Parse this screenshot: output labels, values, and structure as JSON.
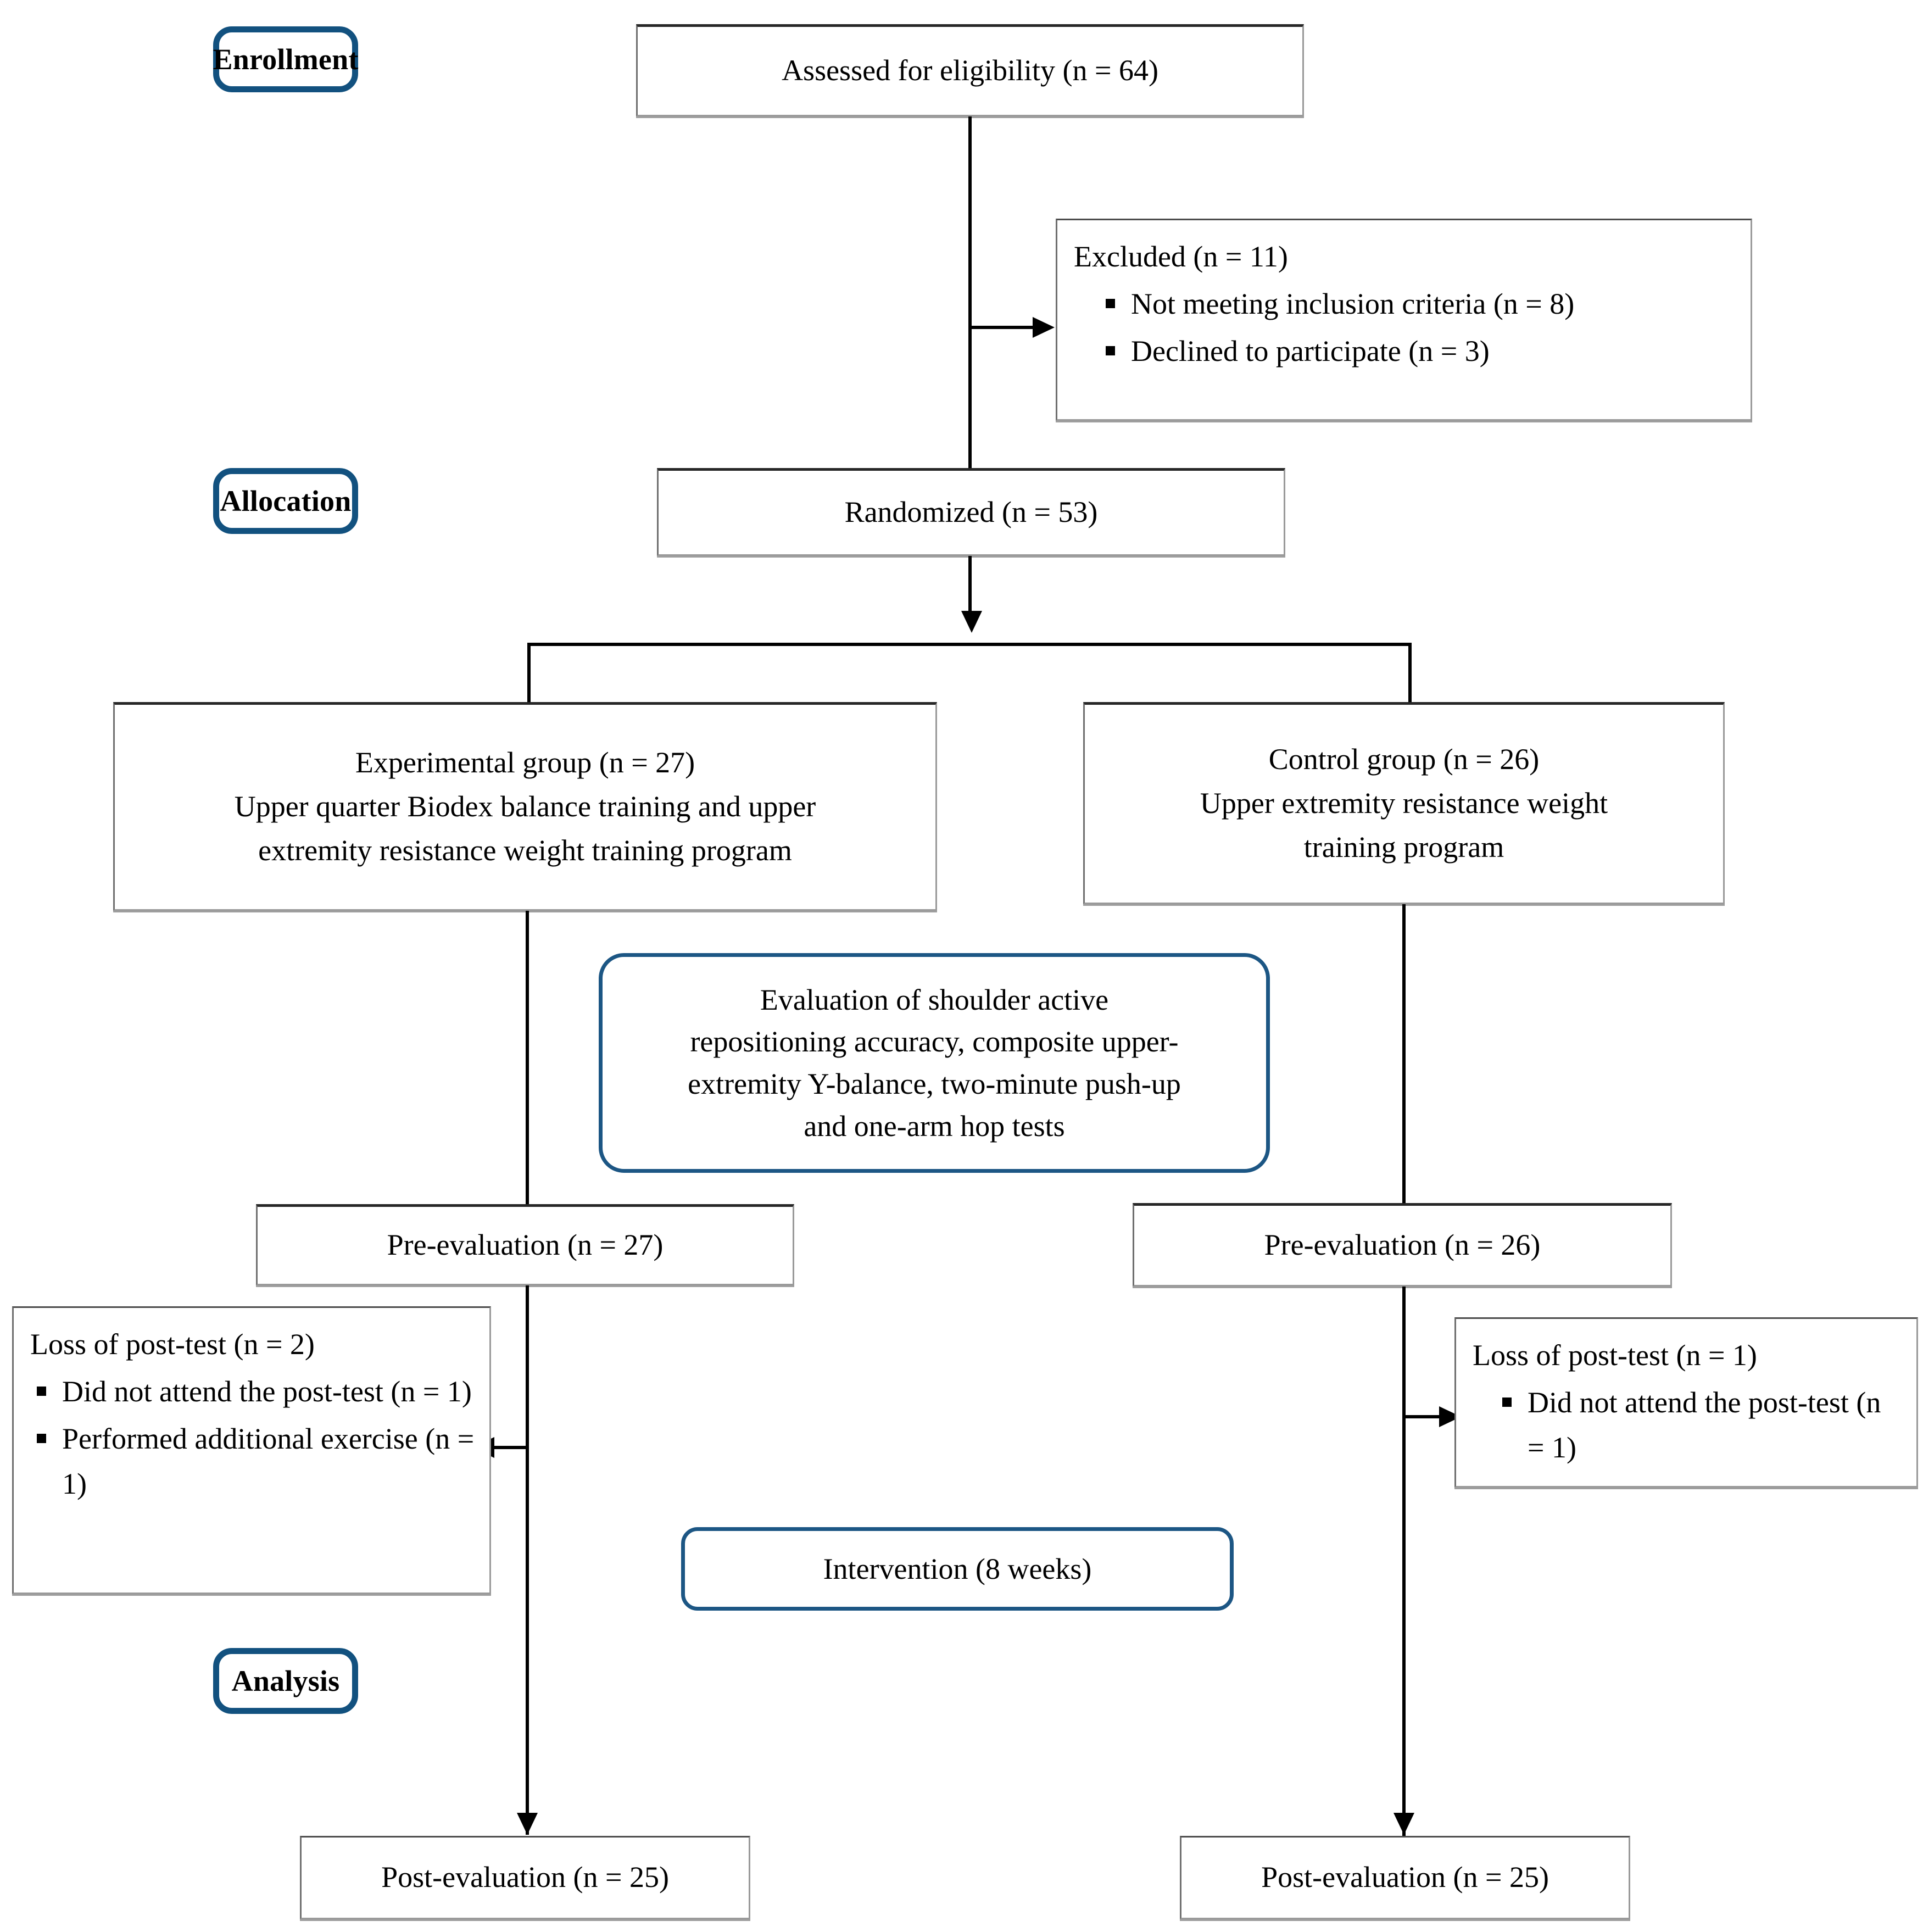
{
  "diagram": {
    "type": "CONSORT participant flow diagram",
    "stages": [
      {
        "id": "enrollment",
        "label": "Enrollment"
      },
      {
        "id": "allocation",
        "label": "Allocation"
      },
      {
        "id": "analysis",
        "label": "Analysis"
      }
    ],
    "nodes": {
      "assessed": {
        "label": "Assessed for eligibility  (n = 64)",
        "n": 64
      },
      "excluded_title": {
        "label": "Excluded (n = 11)",
        "n": 11
      },
      "excluded_items": [
        "Not meeting inclusion criteria (n = 8)",
        "Declined to participate (n = 3)"
      ],
      "randomized": {
        "label": "Randomized (n = 53)",
        "n": 53
      },
      "experimental": {
        "line1": "Experimental group (n = 27)",
        "line2": "Upper quarter Biodex balance training and upper",
        "line3": "extremity resistance weight training program",
        "n": 27
      },
      "control": {
        "line1": "Control group (n = 26)",
        "line2": "Upper extremity resistance weight",
        "line3": "training program",
        "n": 26
      },
      "evaluation": {
        "line1": "Evaluation of shoulder active",
        "line2": "repositioning accuracy, composite upper-",
        "line3": "extremity Y-balance, two-minute push-up",
        "line4": "and one-arm hop tests"
      },
      "pre_eval_left": {
        "label": "Pre-evaluation (n = 27)",
        "n": 27
      },
      "pre_eval_right": {
        "label": "Pre-evaluation (n = 26)",
        "n": 26
      },
      "loss_left_title": {
        "label": "Loss of post-test (n = 2)",
        "n": 2
      },
      "loss_left_items": [
        "Did not attend the post-test (n = 1)",
        "Performed additional exercise (n = 1)"
      ],
      "loss_right_title": {
        "label": "Loss of post-test (n = 1)",
        "n": 1
      },
      "loss_right_items": [
        "Did not attend the post-test (n = 1)"
      ],
      "intervention": {
        "label": "Intervention (8 weeks)",
        "duration_weeks": 8
      },
      "post_eval_left": {
        "label": "Post-evaluation (n = 25)",
        "n": 25
      },
      "post_eval_right": {
        "label": "Post-evaluation (n = 25)",
        "n": 25
      }
    },
    "colors": {
      "stage_border": "#12517f",
      "accent_border": "#1c5684",
      "box_border": "#8d8d8d",
      "connector": "#000000",
      "text": "#000000",
      "background": "#ffffff"
    }
  }
}
